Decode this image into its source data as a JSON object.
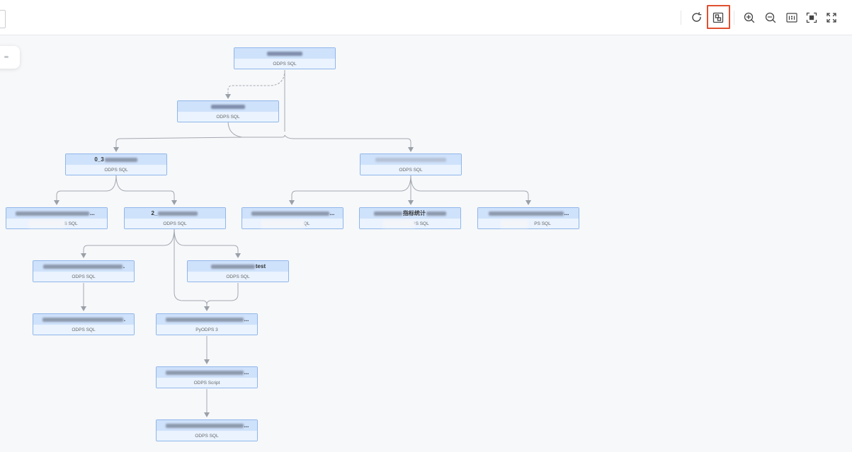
{
  "toolbar": {
    "icons": [
      "refresh-icon",
      "auto-layout-icon",
      "zoom-in-icon",
      "zoom-out-icon",
      "actual-size-icon",
      "fit-view-icon",
      "fullscreen-icon"
    ],
    "highlight_color": "#e0502f"
  },
  "nodes": [
    {
      "id": "n1",
      "name": "",
      "type": "ODPS SQL"
    },
    {
      "id": "n2",
      "name": "",
      "type": "ODPS SQL"
    },
    {
      "id": "n3",
      "name": "0_3",
      "type": "ODPS SQL"
    },
    {
      "id": "n4",
      "name": "",
      "type": "ODPS SQL"
    },
    {
      "id": "n5",
      "name": "...",
      "type": "S SQL"
    },
    {
      "id": "n6",
      "name": "2_",
      "type": "ODPS SQL"
    },
    {
      "id": "n7",
      "name": "...",
      "type": "QL"
    },
    {
      "id": "n8",
      "name": "指标统计",
      "type": "PS SQL"
    },
    {
      "id": "n9",
      "name": "...",
      "type": "PS SQL"
    },
    {
      "id": "n10",
      "name": ".",
      "type": "ODPS SQL"
    },
    {
      "id": "n11",
      "name": "test",
      "type": "ODPS SQL"
    },
    {
      "id": "n12",
      "name": ".",
      "type": "ODPS SQL"
    },
    {
      "id": "n13",
      "name": "...",
      "type": "PyODPS 3"
    },
    {
      "id": "n14",
      "name": "...",
      "type": "ODPS Script"
    },
    {
      "id": "n15",
      "name": "...",
      "type": "ODPS SQL"
    }
  ],
  "colors": {
    "node_border": "#8fb6ea",
    "node_header": "#cfe2fb",
    "node_footer": "#eaf3fe",
    "edge": "#9aa0a8"
  }
}
